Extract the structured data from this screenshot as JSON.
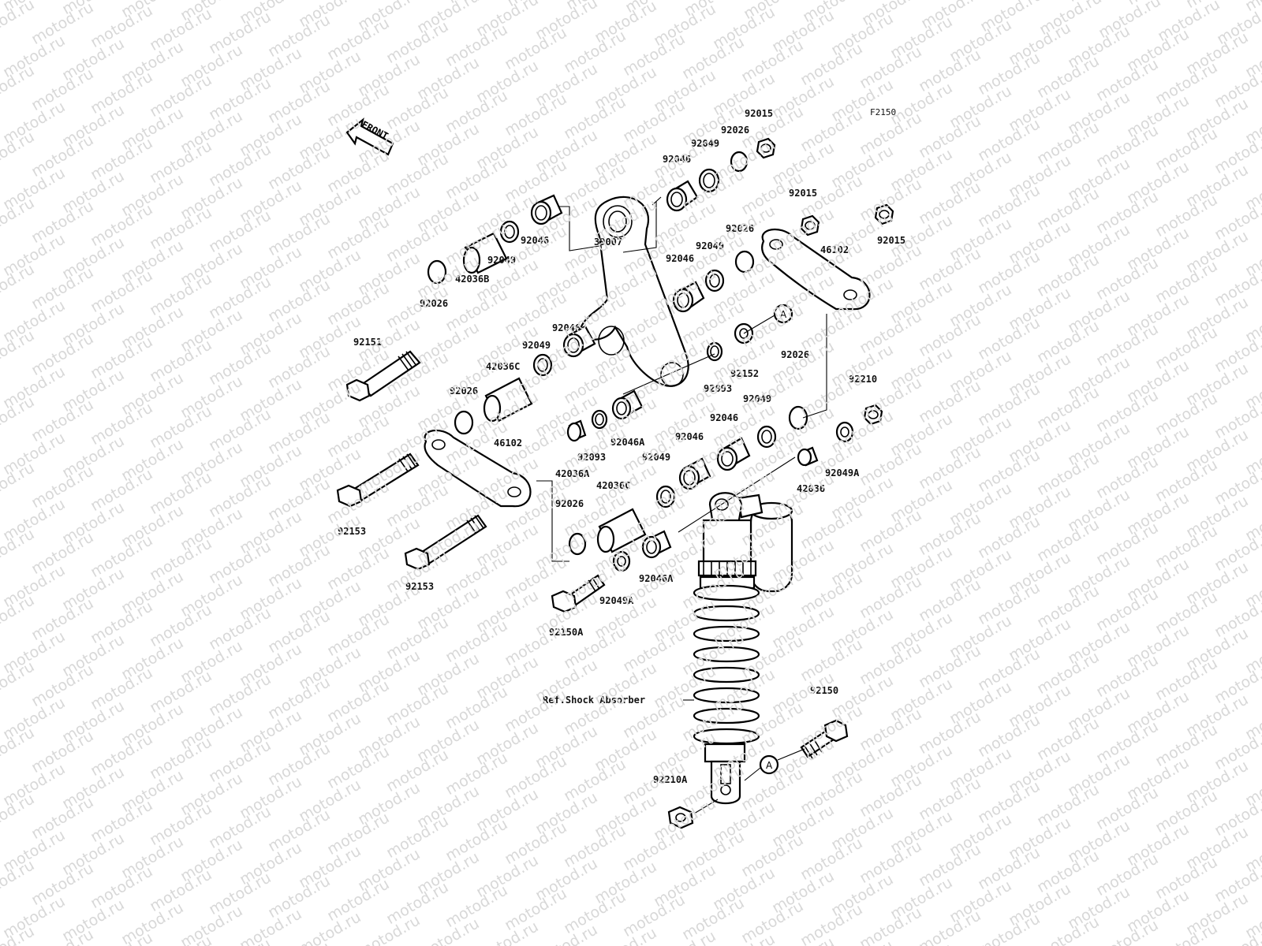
{
  "figure_code": "F2150",
  "front_arrow_label": "FRONT",
  "reference_label": "Ref.Shock Absorber",
  "watermark_text": "motod.ru",
  "callout_letter": "A",
  "parts": [
    {
      "id": "p01",
      "label": "92015"
    },
    {
      "id": "p02",
      "label": "92026"
    },
    {
      "id": "p03",
      "label": "92049"
    },
    {
      "id": "p04",
      "label": "92046"
    },
    {
      "id": "p05",
      "label": "92015"
    },
    {
      "id": "p06",
      "label": "92026"
    },
    {
      "id": "p07",
      "label": "92015"
    },
    {
      "id": "p08",
      "label": "46102"
    },
    {
      "id": "p09",
      "label": "92049"
    },
    {
      "id": "p10",
      "label": "92046"
    },
    {
      "id": "p11",
      "label": "39007"
    },
    {
      "id": "p12",
      "label": "92046"
    },
    {
      "id": "p13",
      "label": "92049"
    },
    {
      "id": "p14",
      "label": "42036B"
    },
    {
      "id": "p15",
      "label": "92026"
    },
    {
      "id": "p16",
      "label": "92151"
    },
    {
      "id": "p17",
      "label": "92046"
    },
    {
      "id": "p18",
      "label": "92049"
    },
    {
      "id": "p19",
      "label": "42036C"
    },
    {
      "id": "p20",
      "label": "92026"
    },
    {
      "id": "p21",
      "label": "92152"
    },
    {
      "id": "p22",
      "label": "92093"
    },
    {
      "id": "p23",
      "label": "92026"
    },
    {
      "id": "p24",
      "label": "92049"
    },
    {
      "id": "p25",
      "label": "92210"
    },
    {
      "id": "p26",
      "label": "92046A"
    },
    {
      "id": "p27",
      "label": "92093"
    },
    {
      "id": "p28",
      "label": "42036A"
    },
    {
      "id": "p29",
      "label": "46102"
    },
    {
      "id": "p30",
      "label": "92046"
    },
    {
      "id": "p31",
      "label": "92046"
    },
    {
      "id": "p32",
      "label": "92049"
    },
    {
      "id": "p33",
      "label": "42036"
    },
    {
      "id": "p34",
      "label": "92049A"
    },
    {
      "id": "p35",
      "label": "42036C"
    },
    {
      "id": "p36",
      "label": "92153"
    },
    {
      "id": "p37",
      "label": "92026"
    },
    {
      "id": "p38",
      "label": "92153"
    },
    {
      "id": "p39",
      "label": "92046A"
    },
    {
      "id": "p40",
      "label": "92049A"
    },
    {
      "id": "p41",
      "label": "92150A"
    },
    {
      "id": "p42",
      "label": "92150"
    },
    {
      "id": "p43",
      "label": "92210A"
    }
  ]
}
